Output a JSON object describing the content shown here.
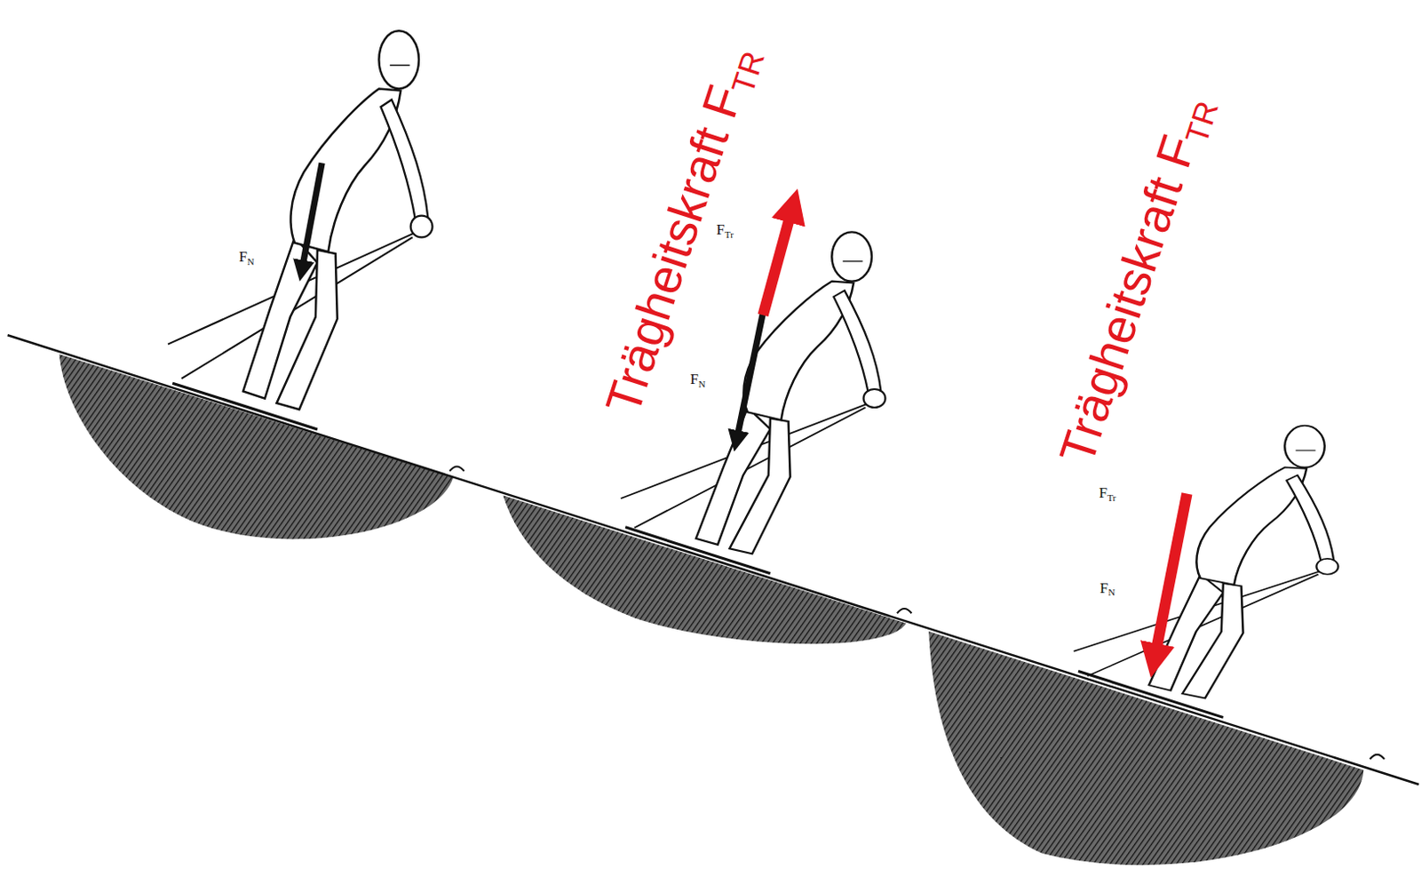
{
  "diagram": {
    "labels": [
      "Trägheitskraft F",
      "TR",
      "Trägheitskraft F",
      "TR",
      "F",
      "N",
      "F",
      "Tr",
      "F",
      "N",
      "F",
      "Tr",
      "F",
      "N"
    ]
  }
}
